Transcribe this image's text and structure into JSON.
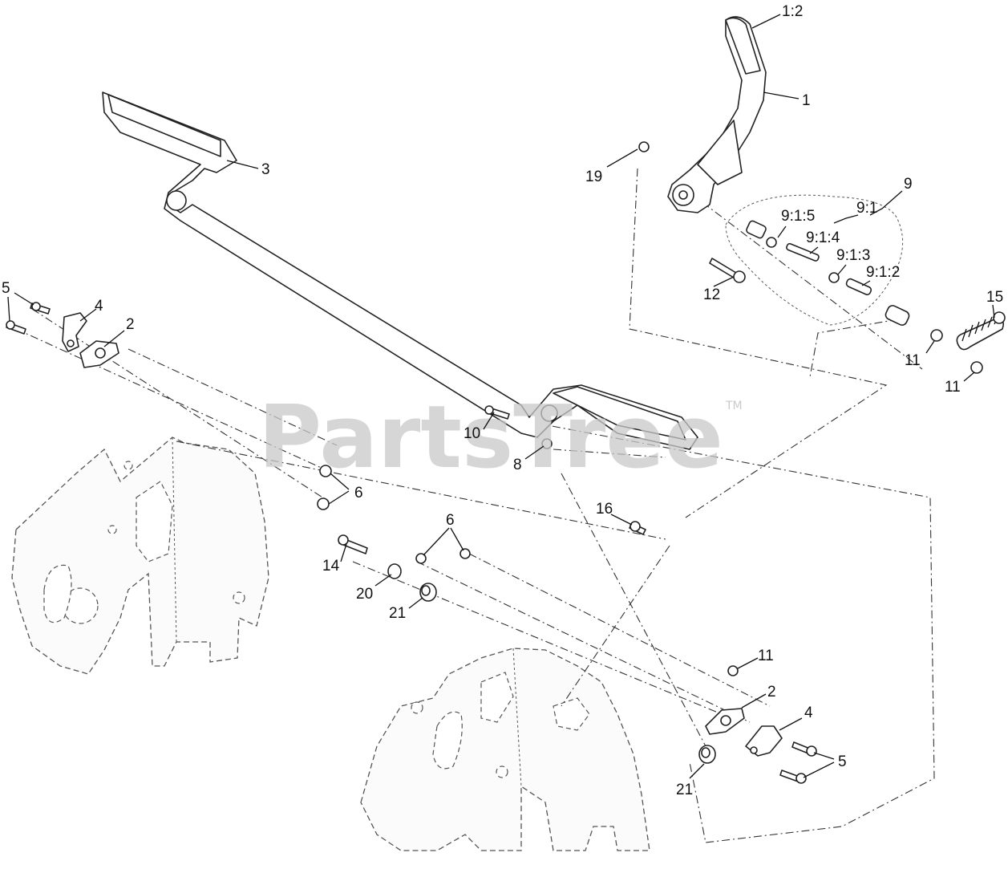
{
  "watermark": {
    "brand": "PartsTree",
    "trademark": "TM"
  },
  "callouts": [
    {
      "id": "c-1-2",
      "label": "1:2"
    },
    {
      "id": "c-1",
      "label": "1"
    },
    {
      "id": "c-3",
      "label": "3"
    },
    {
      "id": "c-19",
      "label": "19"
    },
    {
      "id": "c-9",
      "label": "9"
    },
    {
      "id": "c-9-1",
      "label": "9:1"
    },
    {
      "id": "c-9-1-5",
      "label": "9:1:5"
    },
    {
      "id": "c-9-1-4",
      "label": "9:1:4"
    },
    {
      "id": "c-9-1-3",
      "label": "9:1:3"
    },
    {
      "id": "c-9-1-2",
      "label": "9:1:2"
    },
    {
      "id": "c-12",
      "label": "12"
    },
    {
      "id": "c-15",
      "label": "15"
    },
    {
      "id": "c-11-a",
      "label": "11"
    },
    {
      "id": "c-11-b",
      "label": "11"
    },
    {
      "id": "c-5-a",
      "label": "5"
    },
    {
      "id": "c-4-a",
      "label": "4"
    },
    {
      "id": "c-2-a",
      "label": "2"
    },
    {
      "id": "c-10",
      "label": "10"
    },
    {
      "id": "c-8",
      "label": "8"
    },
    {
      "id": "c-6-a",
      "label": "6"
    },
    {
      "id": "c-16",
      "label": "16"
    },
    {
      "id": "c-6-b",
      "label": "6"
    },
    {
      "id": "c-14",
      "label": "14"
    },
    {
      "id": "c-20",
      "label": "20"
    },
    {
      "id": "c-21-a",
      "label": "21"
    },
    {
      "id": "c-11-c",
      "label": "11"
    },
    {
      "id": "c-2-b",
      "label": "2"
    },
    {
      "id": "c-4-b",
      "label": "4"
    },
    {
      "id": "c-5-b",
      "label": "5"
    },
    {
      "id": "c-21-b",
      "label": "21"
    }
  ]
}
